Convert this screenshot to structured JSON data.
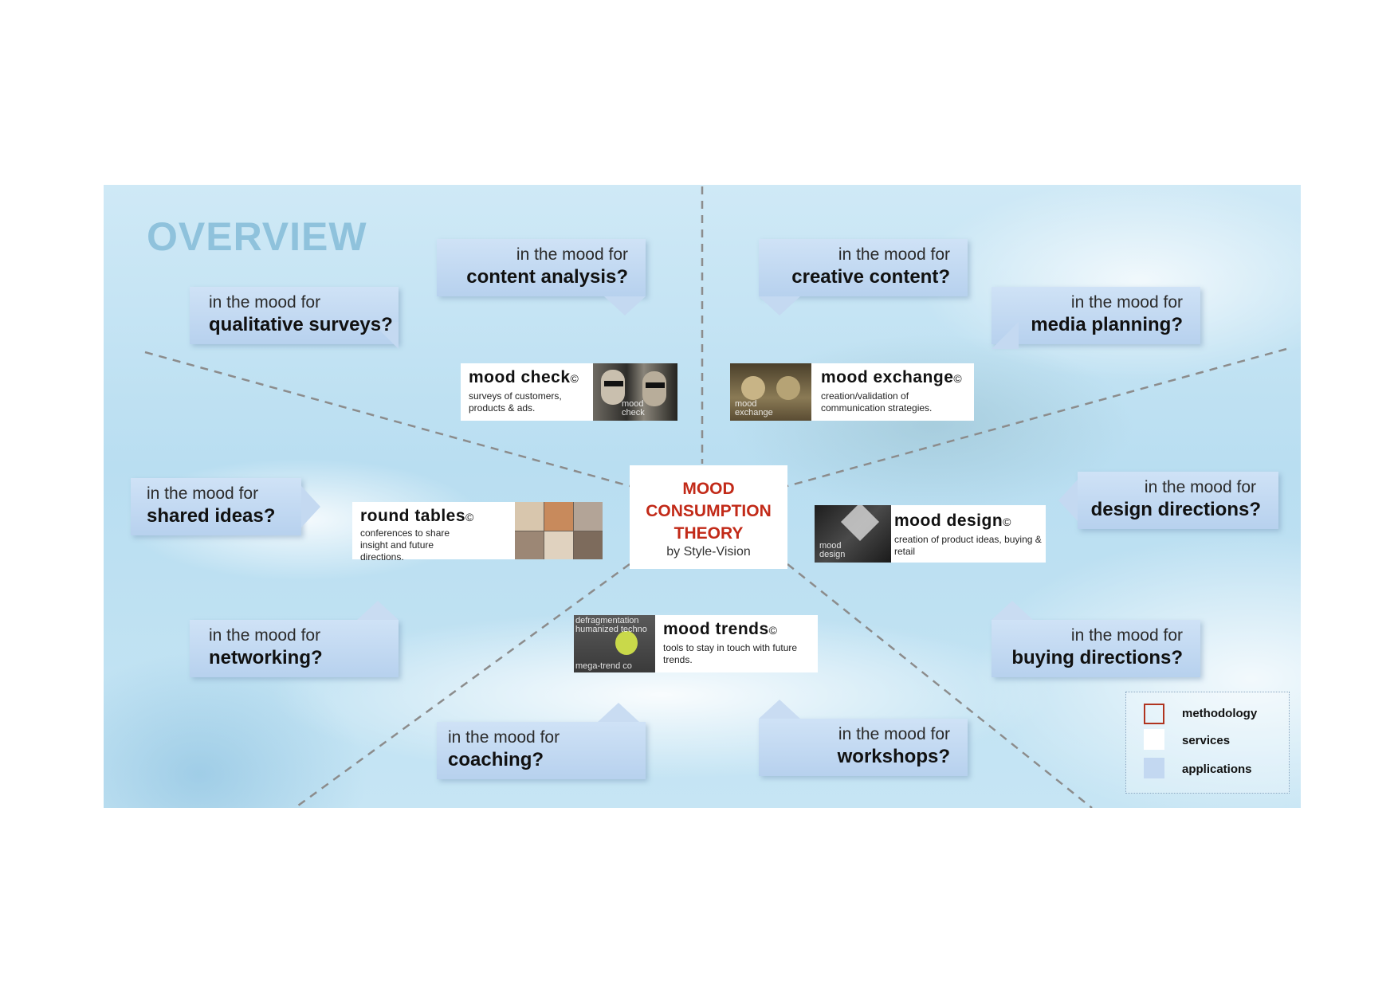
{
  "title": "OVERVIEW",
  "center": {
    "title_lines": [
      "MOOD",
      "CONSUMPTION",
      "THEORY"
    ],
    "subtitle": "by Style-Vision"
  },
  "mood_prefix": "in the mood for",
  "applications": [
    {
      "id": "content-analysis",
      "topic": "content analysis?"
    },
    {
      "id": "creative-content",
      "topic": "creative content?"
    },
    {
      "id": "qualitative-surveys",
      "topic": "qualitative surveys?"
    },
    {
      "id": "media-planning",
      "topic": "media planning?"
    },
    {
      "id": "shared-ideas",
      "topic": "shared ideas?"
    },
    {
      "id": "design-directions",
      "topic": "design directions?"
    },
    {
      "id": "networking",
      "topic": "networking?"
    },
    {
      "id": "buying-directions",
      "topic": "buying directions?"
    },
    {
      "id": "coaching",
      "topic": "coaching?"
    },
    {
      "id": "workshops",
      "topic": "workshops?"
    }
  ],
  "services": [
    {
      "id": "mood-check",
      "name": "mood check",
      "mark": "©",
      "description": "surveys of customers, products & ads.",
      "thumb_label": [
        "mood",
        "check"
      ]
    },
    {
      "id": "mood-exchange",
      "name": "mood exchange",
      "mark": "©",
      "description": "creation/validation of communication strategies.",
      "thumb_label": [
        "mood",
        "exchange"
      ]
    },
    {
      "id": "round-tables",
      "name": "round tables",
      "mark": "©",
      "description": "conferences to share insight and future directions."
    },
    {
      "id": "mood-design",
      "name": "mood design",
      "mark": "©",
      "description": "creation of product ideas, buying & retail",
      "thumb_label": [
        "mood",
        "design"
      ]
    },
    {
      "id": "mood-trends",
      "name": "mood trends",
      "mark": "©",
      "description": "tools to stay in touch with future trends.",
      "thumb_label": [
        "defragmentation",
        "humanized techno",
        "mega-trend co"
      ]
    }
  ],
  "legend": [
    {
      "label": "methodology",
      "color": "#b0341f"
    },
    {
      "label": "services",
      "color": "#ffffff"
    },
    {
      "label": "applications",
      "color": "#c3d8f1"
    }
  ],
  "colors": {
    "title": "#8fc2dc",
    "methodology_red": "#c22a18",
    "application_blue": "#b7d1ee",
    "divider": "#8c8c8c"
  }
}
